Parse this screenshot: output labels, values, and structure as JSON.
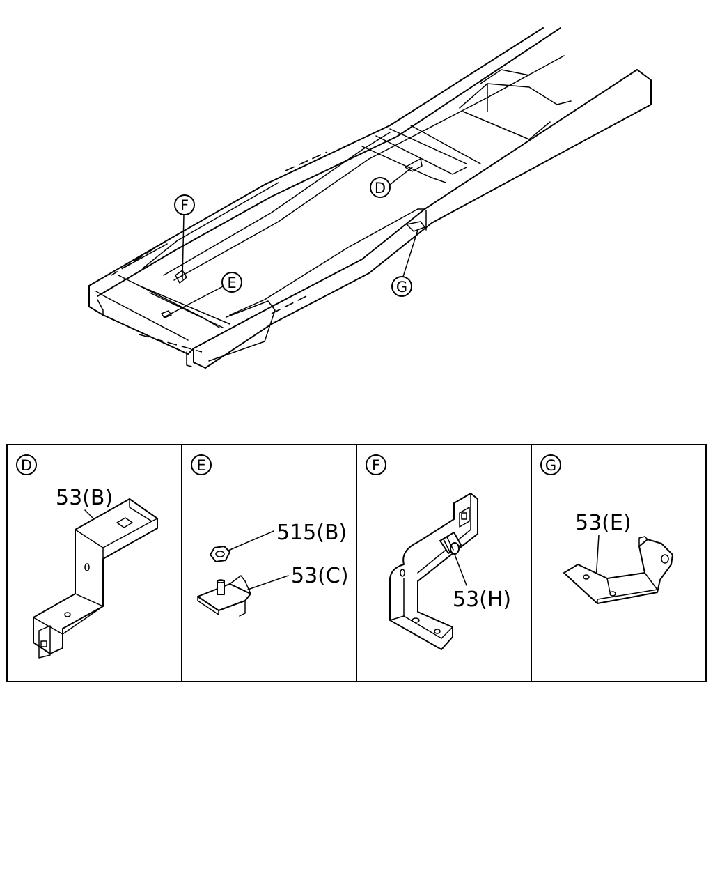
{
  "callouts": {
    "D": "D",
    "E": "E",
    "F": "F",
    "G": "G"
  },
  "panels": [
    {
      "letter": "D",
      "parts": [
        "53(B)"
      ]
    },
    {
      "letter": "E",
      "parts": [
        "515(B)",
        "53(C)"
      ]
    },
    {
      "letter": "F",
      "parts": [
        "53(H)"
      ]
    },
    {
      "letter": "G",
      "parts": [
        "53(E)"
      ]
    }
  ]
}
